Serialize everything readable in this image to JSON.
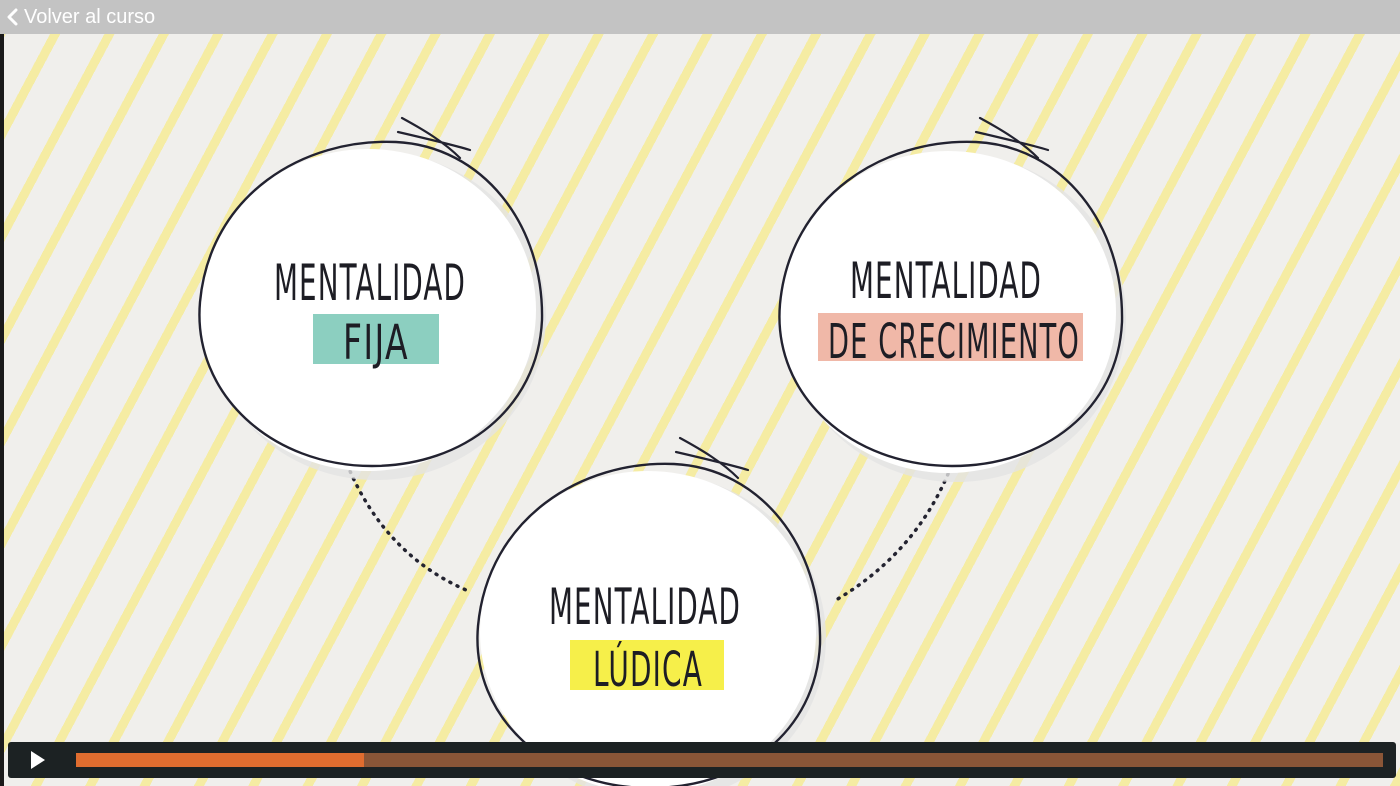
{
  "header": {
    "back_label": "Volver al curso",
    "back_icon": "chevron-left-icon"
  },
  "slide": {
    "circles": [
      {
        "title": "MENTALIDAD",
        "tag": "FIJA",
        "tag_color": "#8ccfc0"
      },
      {
        "title": "MENTALIDAD",
        "tag": "DE CRECIMIENTO",
        "tag_color": "#f0b8a8"
      },
      {
        "title": "MENTALIDAD",
        "tag": "LÚDICA",
        "tag_color": "#f6ef4a"
      }
    ]
  },
  "player": {
    "play_icon": "play-icon",
    "progress": 0.22,
    "played_color": "#e06d2f",
    "buffer_color": "#8a5637"
  }
}
